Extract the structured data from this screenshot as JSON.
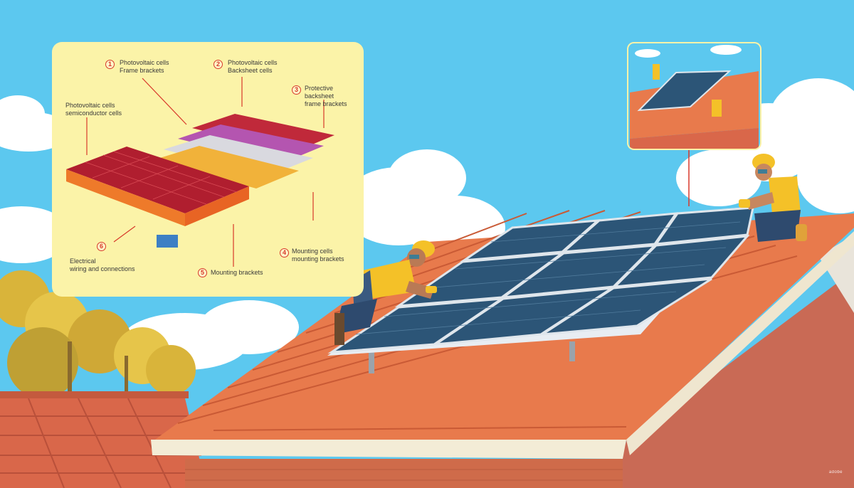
{
  "diagram": {
    "callouts": [
      {
        "num": "1",
        "line1": "Photovoltaic cells",
        "line2": "Frame brackets"
      },
      {
        "num": "2",
        "line1": "Photovoltaic cells",
        "line2": "Backsheet cells"
      },
      {
        "num": "3",
        "line1": "Protective backsheet",
        "line2": "frame brackets"
      },
      {
        "num": "4",
        "line1": "Mounting cells",
        "line2": "mounting brackets"
      },
      {
        "num": "5",
        "line1": "Mounting brackets",
        "line2": ""
      },
      {
        "num": "6",
        "line1": "Electrical",
        "line2": "wiring and connections"
      }
    ],
    "side_label": {
      "line1": "Photovoltaic cells",
      "line2": "semiconductor cells"
    }
  },
  "watermark": "adobe",
  "colors": {
    "sky": "#5cc8ef",
    "roof_tile": "#e87a4c",
    "panel_blue": "#2c5577",
    "worker_vest": "#f4c128",
    "diagram_bg": "#fbf3a8",
    "callout_red": "#d8392b"
  }
}
